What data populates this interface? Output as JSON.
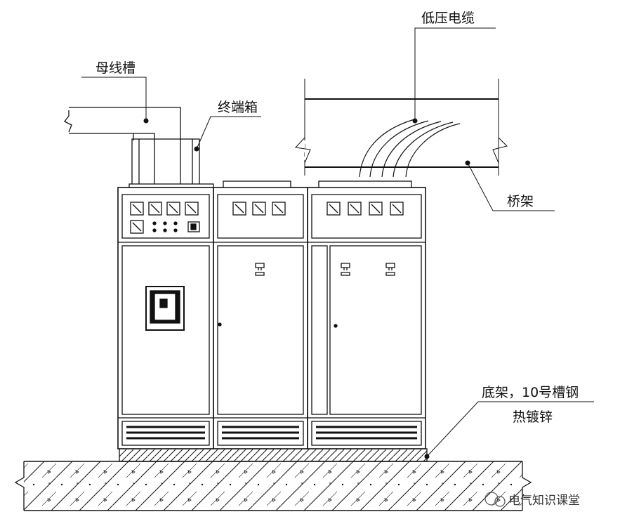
{
  "labels": {
    "busway": "母线槽",
    "terminal_box": "终端箱",
    "lv_cable": "低压电缆",
    "cable_tray": "桥架",
    "base_frame": "底架，10号槽钢",
    "galvanized": "热镀锌"
  },
  "watermark": "电气知识课堂",
  "colors": {
    "line": "#111111",
    "background": "#ffffff"
  }
}
